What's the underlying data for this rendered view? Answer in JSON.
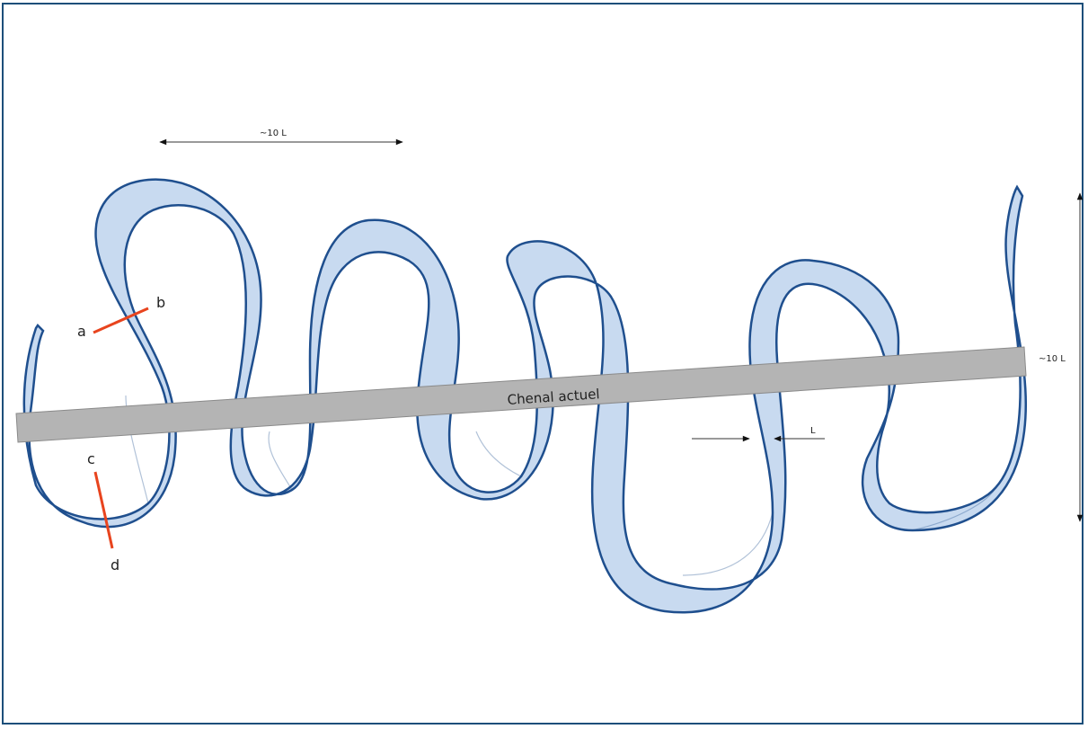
{
  "diagram": {
    "channel_label": "Chenal actuel",
    "wavelength_label": "~10 L",
    "amplitude_label": "~10 L",
    "width_label": "L",
    "sections": [
      {
        "start": "a",
        "end": "b"
      },
      {
        "start": "c",
        "end": "d"
      }
    ]
  },
  "colors": {
    "meander_fill": "#c8daf0",
    "meander_stroke": "#1f4f8e",
    "channel_fill": "#b4b4b4",
    "section_lines": "#e8441e",
    "frame": "#1d4f7a"
  }
}
